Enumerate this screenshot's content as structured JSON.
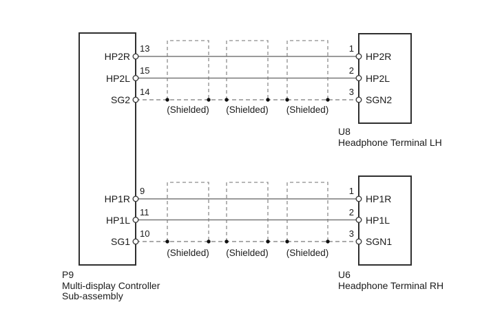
{
  "colors": {
    "background": "#ffffff",
    "box_border": "#2e2e2e",
    "wire": "#787878",
    "shield_dash": "#8c8c8c",
    "junction_dot": "#111111",
    "text": "#1a1a1a"
  },
  "p9": {
    "ref": "P9",
    "name_line1": "Multi-display Controller",
    "name_line2": "Sub-assembly"
  },
  "u8": {
    "ref": "U8",
    "name": "Headphone Terminal LH"
  },
  "u6": {
    "ref": "U6",
    "name": "Headphone Terminal RH"
  },
  "top_group": {
    "wires": [
      {
        "left_pin": "13",
        "left_label": "HP2R",
        "right_pin": "1",
        "right_label": "HP2R",
        "style": "solid"
      },
      {
        "left_pin": "15",
        "left_label": "HP2L",
        "right_pin": "2",
        "right_label": "HP2L",
        "style": "solid"
      },
      {
        "left_pin": "14",
        "left_label": "SG2",
        "right_pin": "3",
        "right_label": "SGN2",
        "style": "dashed-shield"
      }
    ],
    "shield_labels": [
      "(Shielded)",
      "(Shielded)",
      "(Shielded)"
    ]
  },
  "bottom_group": {
    "wires": [
      {
        "left_pin": "9",
        "left_label": "HP1R",
        "right_pin": "1",
        "right_label": "HP1R",
        "style": "solid"
      },
      {
        "left_pin": "11",
        "left_label": "HP1L",
        "right_pin": "2",
        "right_label": "HP1L",
        "style": "solid"
      },
      {
        "left_pin": "10",
        "left_label": "SG1",
        "right_pin": "3",
        "right_label": "SGN1",
        "style": "dashed-shield"
      }
    ],
    "shield_labels": [
      "(Shielded)",
      "(Shielded)",
      "(Shielded)"
    ]
  }
}
